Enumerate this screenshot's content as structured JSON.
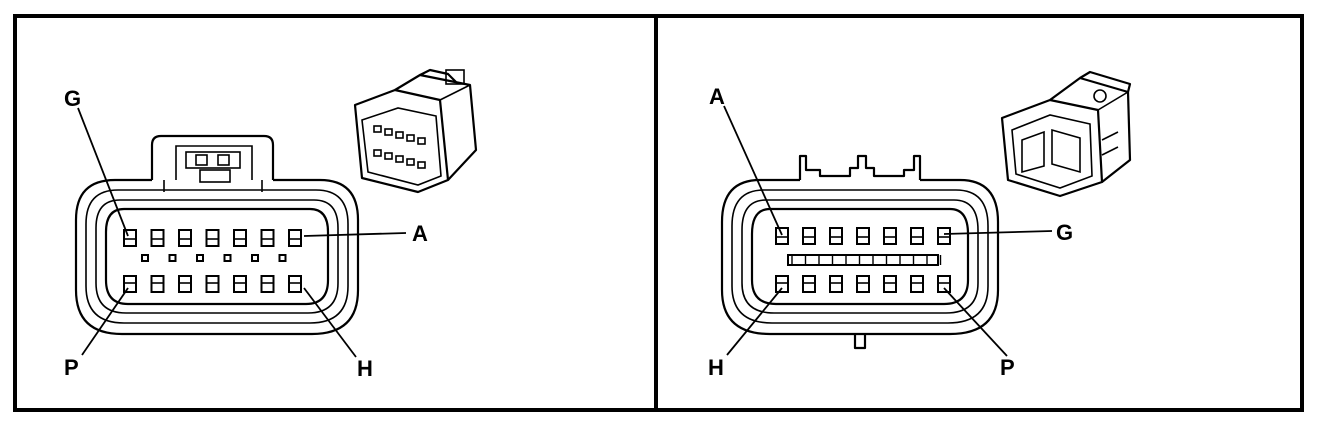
{
  "left_view": {
    "labels": {
      "top_left": "G",
      "top_right": "A",
      "bottom_left": "P",
      "bottom_right": "H"
    }
  },
  "right_view": {
    "labels": {
      "top_left": "A",
      "top_right": "G",
      "bottom_left": "H",
      "bottom_right": "P"
    }
  }
}
